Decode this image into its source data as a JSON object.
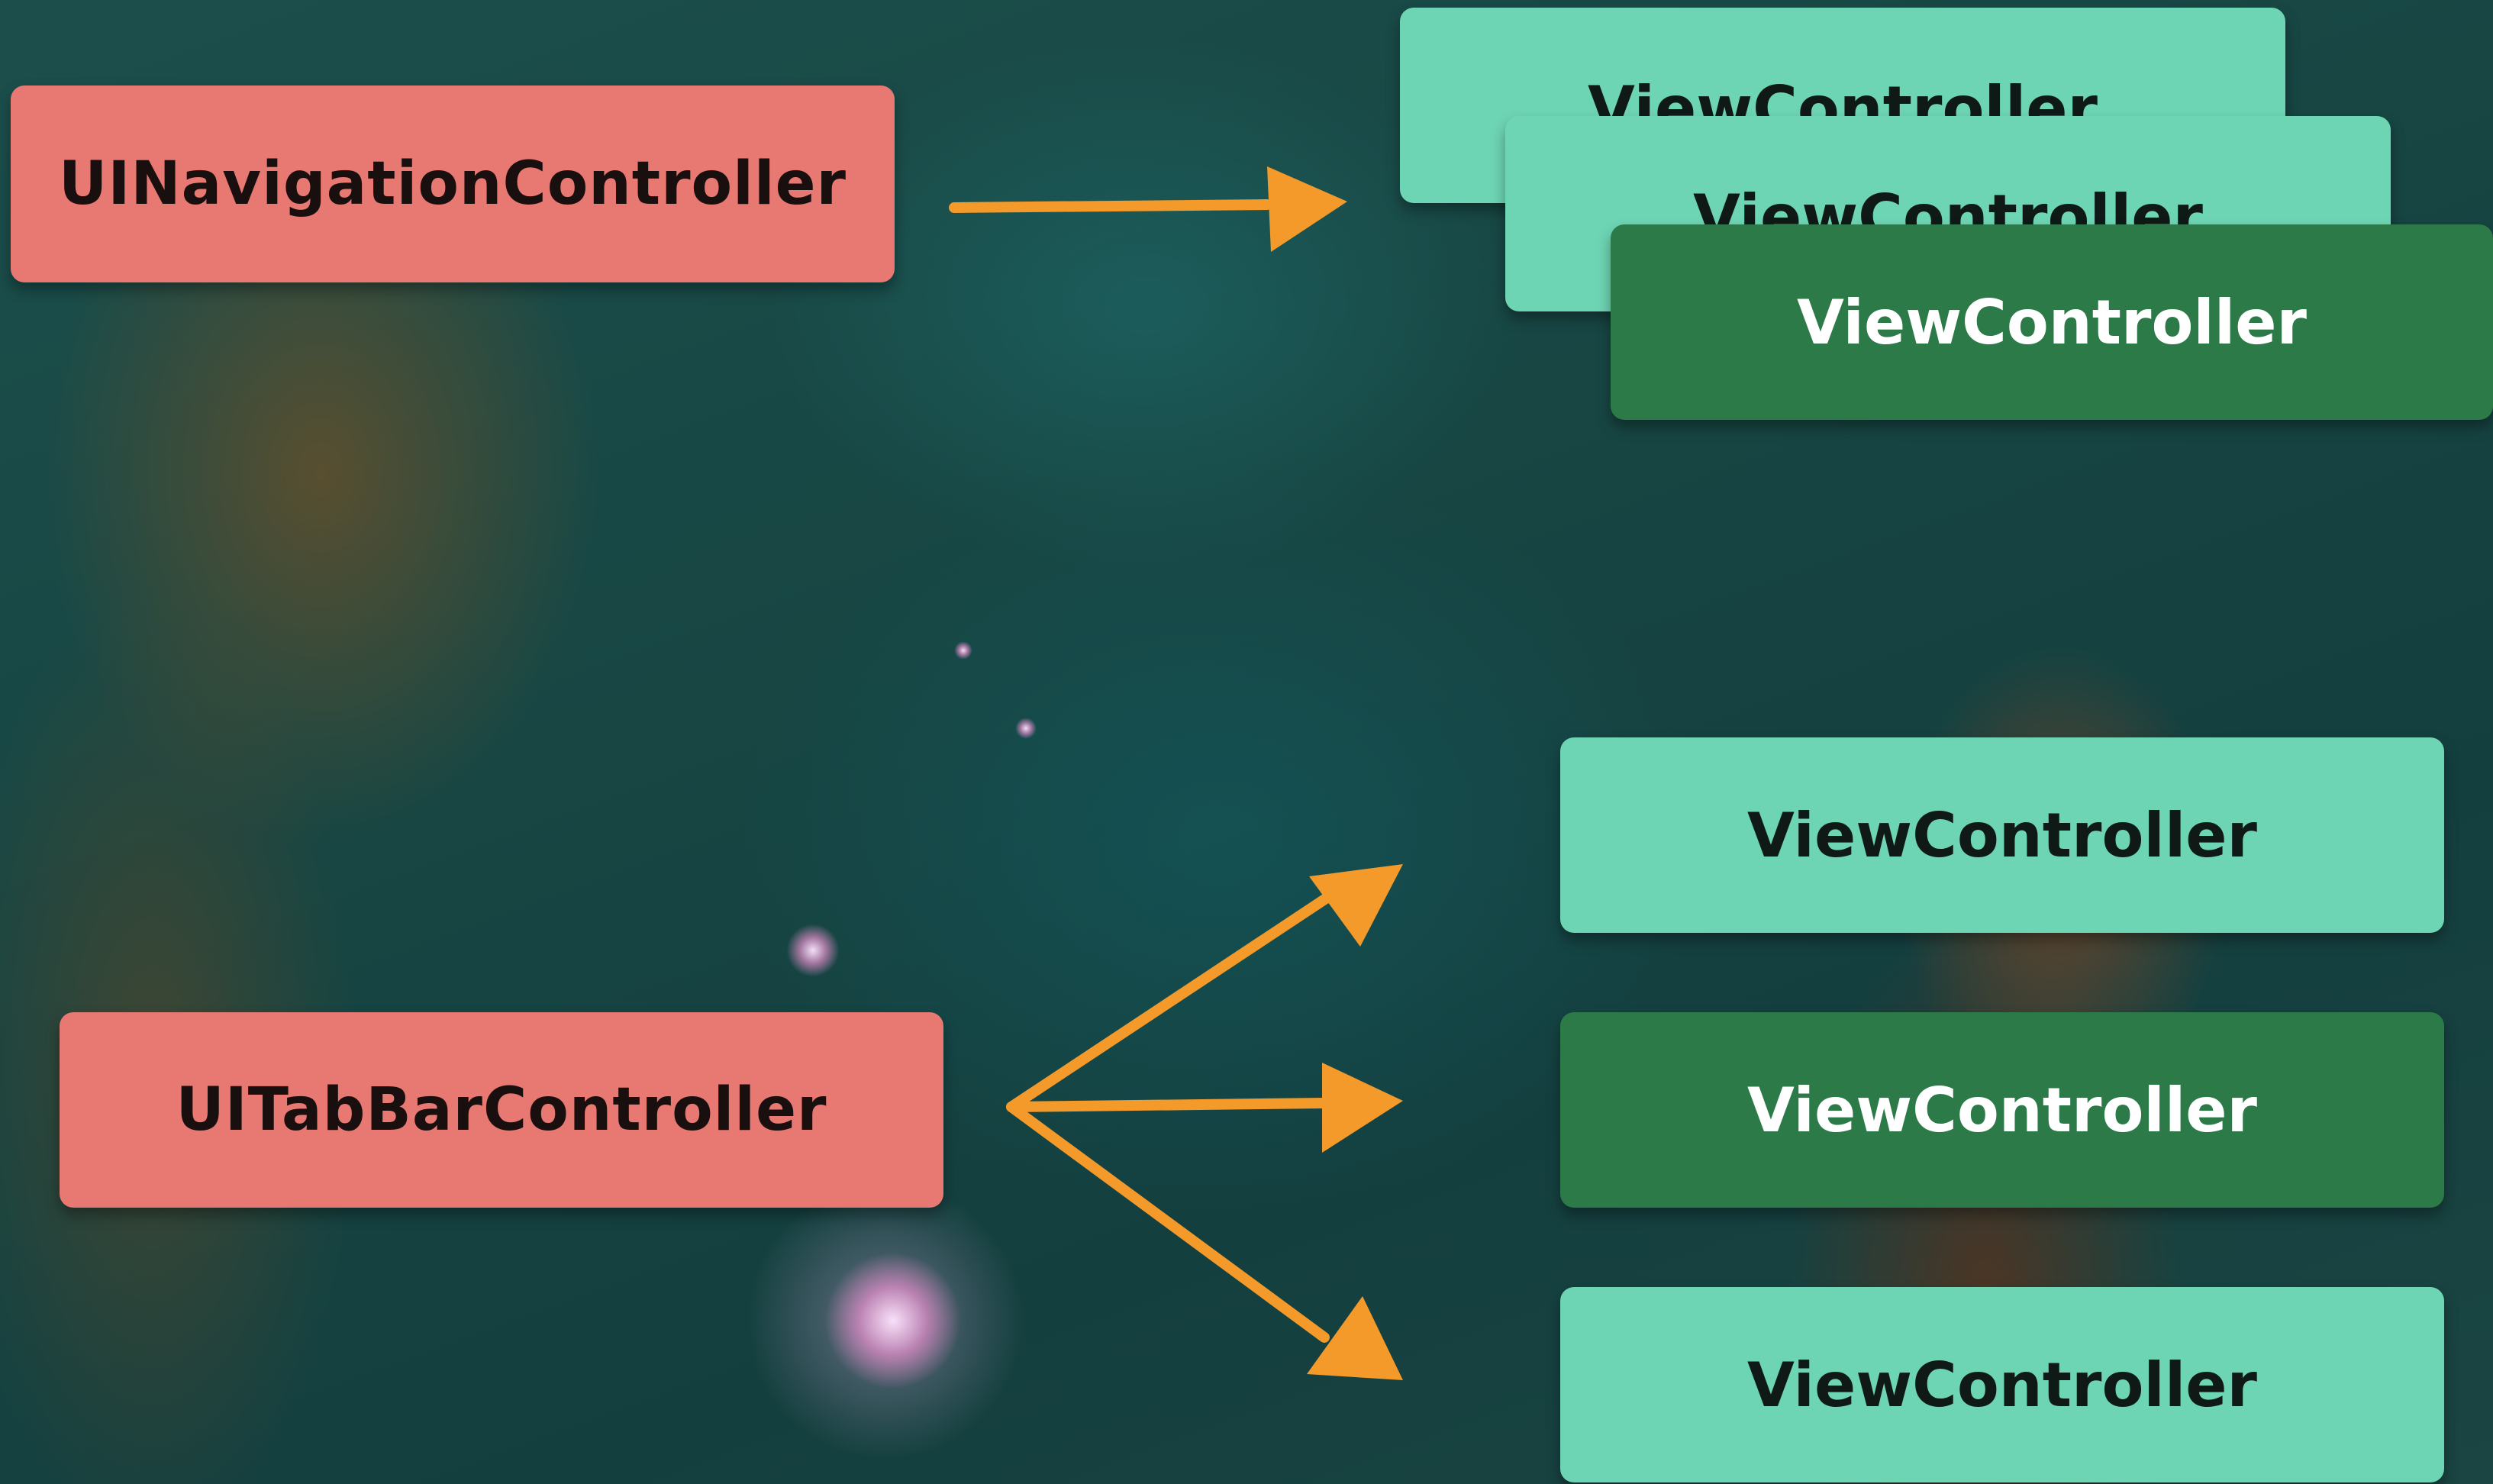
{
  "colors": {
    "controller_box": "#e77872",
    "view_controller_light": "#6ed5b4",
    "view_controller_dark": "#2c7a48",
    "arrow": "#f39a2a"
  },
  "navigation": {
    "controller_label": "UINavigationController",
    "stack": [
      {
        "label": "ViewController",
        "style": "light"
      },
      {
        "label": "ViewController",
        "style": "light"
      },
      {
        "label": "ViewController",
        "style": "dark"
      }
    ]
  },
  "tabbar": {
    "controller_label": "UITabBarController",
    "children": [
      {
        "label": "ViewController",
        "style": "light"
      },
      {
        "label": "ViewController",
        "style": "dark"
      },
      {
        "label": "ViewController",
        "style": "light"
      }
    ]
  }
}
